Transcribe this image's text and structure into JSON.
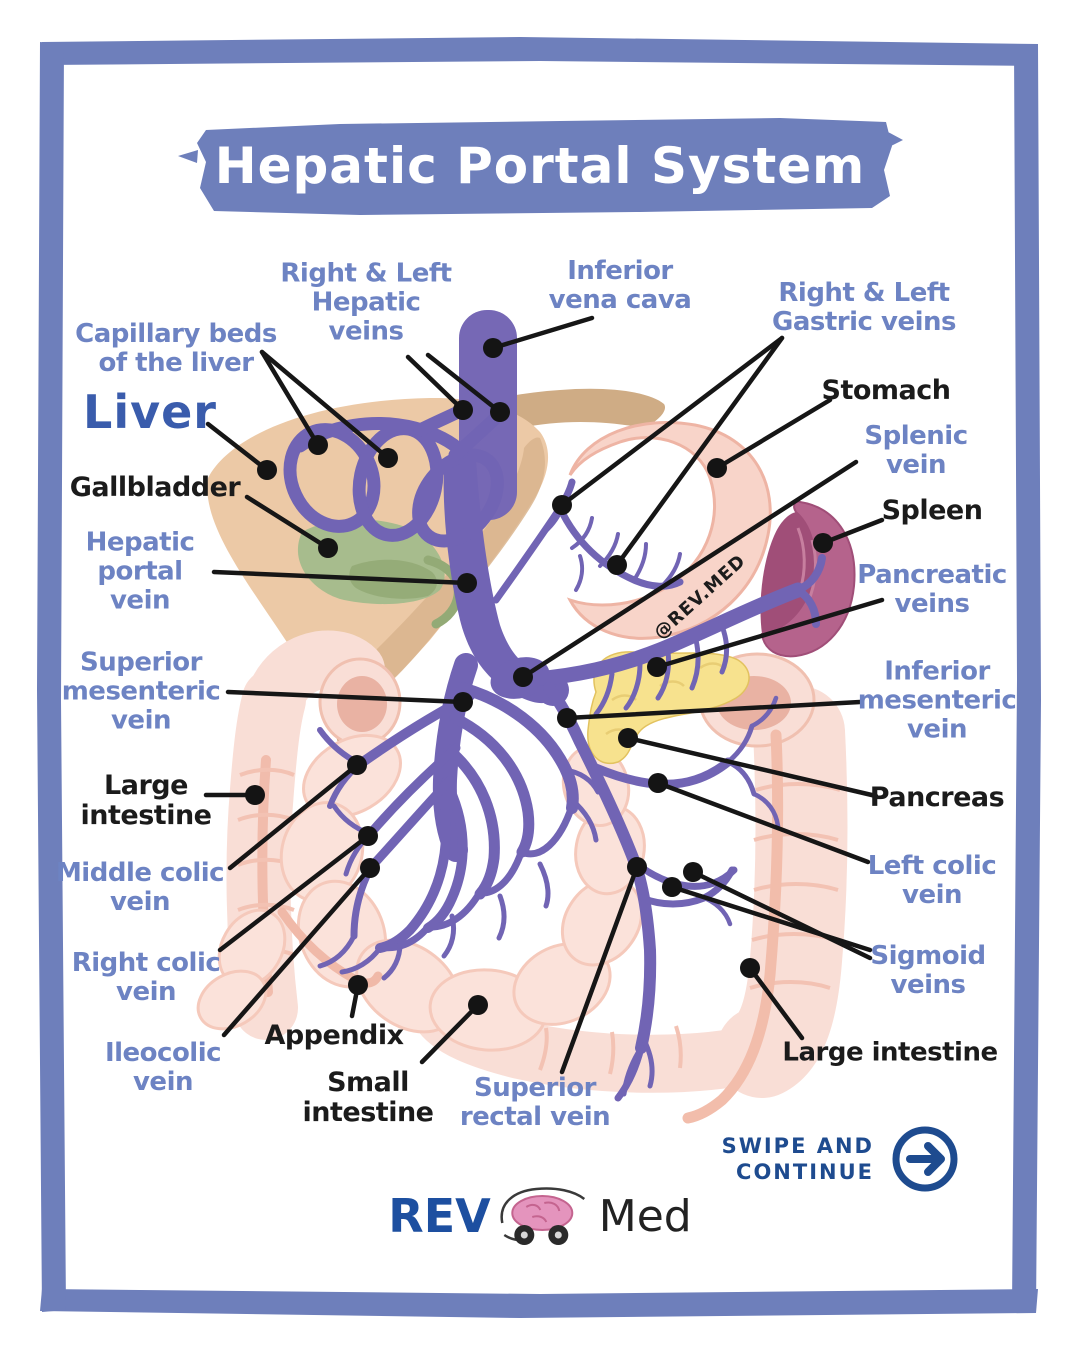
{
  "title": "Hepatic Portal System",
  "watermark": "@REV.MED",
  "labels": [
    {
      "id": "capillary-beds",
      "text": "Capillary beds\nof the liver",
      "style": "blue"
    },
    {
      "id": "liver",
      "text": "Liver",
      "style": "accent"
    },
    {
      "id": "gallbladder",
      "text": "Gallbladder",
      "style": "black"
    },
    {
      "id": "hepatic-portal-vein",
      "text": "Hepatic\nportal\nvein",
      "style": "blue"
    },
    {
      "id": "superior-mesenteric-vein",
      "text": "Superior\nmesenteric\nvein",
      "style": "blue"
    },
    {
      "id": "large-intestine-left",
      "text": "Large\nintestine",
      "style": "black"
    },
    {
      "id": "middle-colic-vein",
      "text": "Middle colic\nvein",
      "style": "blue"
    },
    {
      "id": "right-colic-vein",
      "text": "Right colic\nvein",
      "style": "blue"
    },
    {
      "id": "ileocolic-vein",
      "text": "Ileocolic\nvein",
      "style": "blue"
    },
    {
      "id": "right-left-hepatic-veins",
      "text": "Right & Left\nHepatic\nveins",
      "style": "blue"
    },
    {
      "id": "inferior-vena-cava",
      "text": "Inferior\nvena cava",
      "style": "blue"
    },
    {
      "id": "right-left-gastric-veins",
      "text": "Right & Left\nGastric veins",
      "style": "blue"
    },
    {
      "id": "stomach",
      "text": "Stomach",
      "style": "black"
    },
    {
      "id": "splenic-vein",
      "text": "Splenic vein",
      "style": "blue"
    },
    {
      "id": "spleen",
      "text": "Spleen",
      "style": "black"
    },
    {
      "id": "pancreatic-veins",
      "text": "Pancreatic\nveins",
      "style": "blue"
    },
    {
      "id": "inferior-mesenteric-vein",
      "text": "Inferior\nmesenteric\nvein",
      "style": "blue"
    },
    {
      "id": "pancreas",
      "text": "Pancreas",
      "style": "black"
    },
    {
      "id": "left-colic-vein",
      "text": "Left colic\nvein",
      "style": "blue"
    },
    {
      "id": "sigmoid-veins",
      "text": "Sigmoid\nveins",
      "style": "blue"
    },
    {
      "id": "large-intestine-right",
      "text": "Large intestine",
      "style": "black"
    },
    {
      "id": "appendix",
      "text": "Appendix",
      "style": "black"
    },
    {
      "id": "small-intestine",
      "text": "Small\nintestine",
      "style": "black"
    },
    {
      "id": "superior-rectal-vein",
      "text": "Superior\nrectal vein",
      "style": "blue"
    }
  ],
  "swipe": {
    "line1": "SWIPE AND",
    "line2": "CONTINUE"
  },
  "logo": {
    "rev": "REV",
    "med": "Med"
  },
  "colors": {
    "frame": "#6e7fbb",
    "banner": "#6e7fbb",
    "label_blue": "#6d83c3",
    "label_black": "#1b1b1b",
    "liver_label_blue": "#3a5cac",
    "swipe_navy": "#1e4b8f",
    "vein_purple": "#7164b4",
    "liver_tan": "#ecc9a6",
    "gallbladder_green": "#a7bc8d",
    "stomach_pink": "#f8d4c9",
    "spleen_mauve": "#b5638c",
    "pancreas_yellow": "#f7e28e",
    "intestine_pink": "#f9ded6"
  }
}
